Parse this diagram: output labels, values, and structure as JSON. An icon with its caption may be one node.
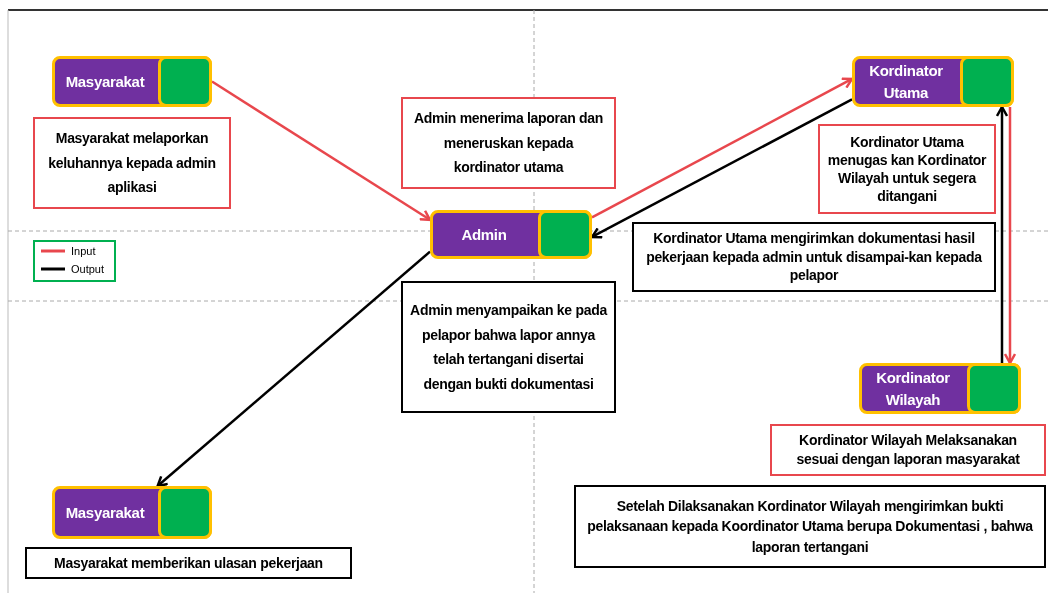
{
  "diagram": {
    "nodes": [
      {
        "text": [
          "Masyarakat"
        ]
      },
      {
        "text": [
          "Masyarakat melaporkan keluhannya kepada admin aplikasi"
        ]
      },
      {
        "text": [
          "Admin"
        ]
      },
      {
        "text": [
          "Admin menerima laporan dan meneruskan kepada kordinator utama"
        ]
      },
      {
        "text": [
          "Admin menyampaikan ke pada pelapor bahwa lapor annya telah tertangani disertai dengan bukti dokumentasi"
        ]
      },
      {
        "text": [
          "Kordinator Utama"
        ]
      },
      {
        "text": [
          "Kordinator  Utama menugas kan Kordinator Wilayah untuk segera ditangani"
        ]
      },
      {
        "text": [
          "Kordinator  Utama mengirimkan dokumentasi hasil pekerjaan kepada admin untuk disampai-kan kepada pelapor"
        ]
      },
      {
        "text": [
          "Kordinator Wilayah"
        ]
      },
      {
        "text": [
          "Kordinator  Wilayah Melaksanakan sesuai dengan laporan masyarakat"
        ]
      },
      {
        "text": [
          "Setelah Dilaksanakan Kordinator Wilayah mengirimkan bukti pelaksanaan kepada Koordinator Utama berupa Dokumentasi , bahwa laporan tertangani"
        ]
      },
      {
        "text": [
          "Masyarakat"
        ]
      },
      {
        "text": [
          "Masyarakat memberikan ulasan pekerjaan"
        ]
      }
    ],
    "edges": [
      {
        "from": 0,
        "to": 2,
        "arrow": "to",
        "color": "#e8474d"
      },
      {
        "from": 2,
        "to": 5,
        "arrow": "to",
        "color": "#e8474d"
      },
      {
        "from": 5,
        "to": 2,
        "arrow": "to",
        "color": "#000000"
      },
      {
        "from": 2,
        "to": 11,
        "arrow": "to",
        "color": "#000000"
      },
      {
        "from": 5,
        "to": 8,
        "arrow": "to",
        "color": "#e8474d"
      },
      {
        "from": 8,
        "to": 5,
        "arrow": "to",
        "color": "#000000"
      }
    ],
    "legend": [
      {
        "text": "Input"
      },
      {
        "text": "Output"
      }
    ]
  }
}
